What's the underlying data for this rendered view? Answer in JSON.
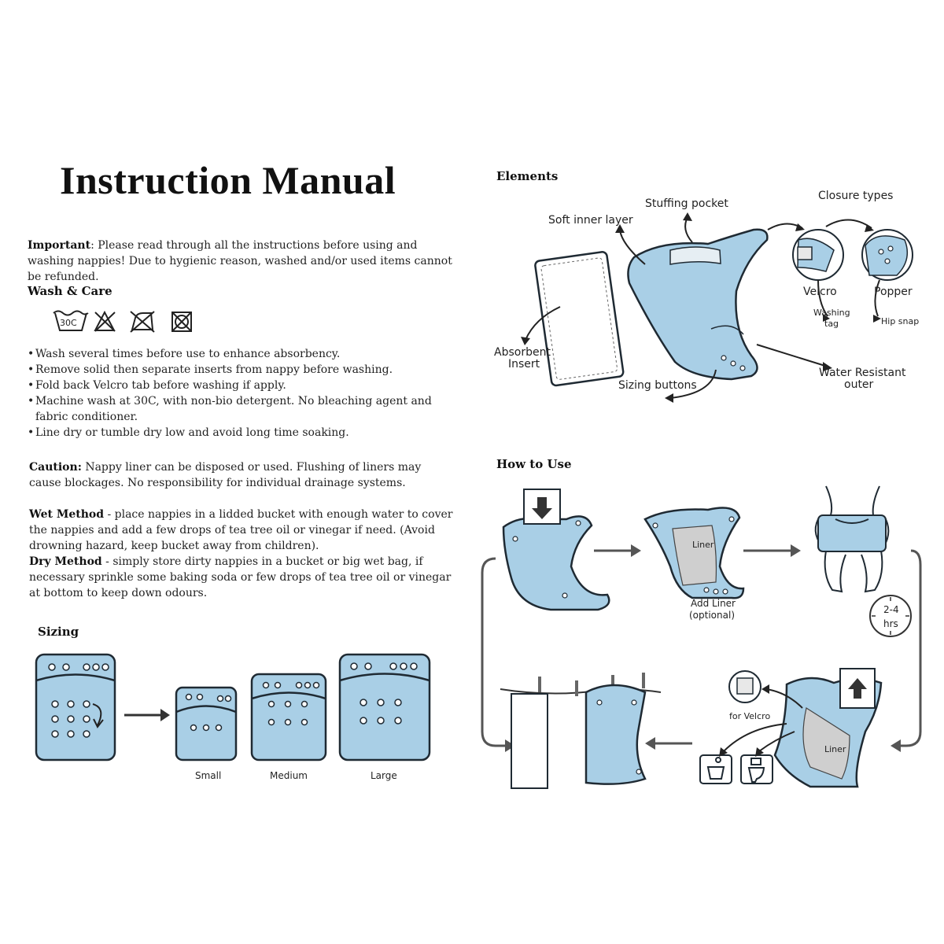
{
  "title": "Instruction Manual",
  "important": {
    "label": "Important",
    "text": ": Please read through all the instructions before using and washing nappies! Due to hygienic reason, washed and/or used items cannot be refunded."
  },
  "wash_care": {
    "heading": "Wash & Care",
    "symbols": [
      "wash-30c-icon",
      "no-bleach-icon",
      "no-iron-icon",
      "no-tumble-dry-icon"
    ],
    "symbol_text": "30C",
    "bullets": [
      "Wash several times before use to enhance absorbency.",
      "Remove solid then separate inserts from nappy before washing.",
      "Fold back Velcro tab before washing if apply.",
      "Machine wash at 30C, with non-bio detergent. No bleaching agent and fabric conditioner.",
      "Line dry or tumble dry low and avoid long time soaking."
    ]
  },
  "caution": {
    "label": "Caution:",
    "text": " Nappy liner can be disposed or used. Flushing of liners may cause blockages. No responsibility for individual drainage systems."
  },
  "wet_method": {
    "label": "Wet Method",
    "text": " - place nappies in a lidded bucket with enough water to cover the nappies and add a few drops of tea tree oil or vinegar if need. (Avoid drowning hazard, keep bucket away from children)."
  },
  "dry_method": {
    "label": "Dry Method",
    "text": " - simply store dirty nappies in a bucket or big wet bag, if necessary sprinkle some baking soda or few drops of tea tree oil or vinegar at bottom to keep down odours."
  },
  "sizing": {
    "heading": "Sizing",
    "sizes": [
      "Small",
      "Medium",
      "Large"
    ]
  },
  "elements": {
    "heading": "Elements",
    "labels": {
      "stuffing_pocket": "Stuffing pocket",
      "soft_inner": "Soft inner layer",
      "closure_types": "Closure types",
      "velcro": "Velcro",
      "popper": "Popper",
      "washing_tag_1": "Washing",
      "washing_tag_2": "tag",
      "hip_snap": "Hip snap",
      "absorbent_1": "Absorbent",
      "absorbent_2": "Insert",
      "water_resistant_1": "Water Resistant",
      "water_resistant_2": "outer",
      "sizing_buttons": "Sizing buttons"
    }
  },
  "how_to_use": {
    "heading": "How to Use",
    "liner": "Liner",
    "add_liner_1": "Add Liner",
    "add_liner_2": "(optional)",
    "timer_1": "2-4",
    "timer_2": "hrs",
    "for_velcro": "for Velcro"
  },
  "colors": {
    "nappy_blue": "#a9cfe6",
    "outline": "#1f2a33",
    "arrow_gray": "#555555",
    "liner_gray": "#cfcfcf"
  }
}
